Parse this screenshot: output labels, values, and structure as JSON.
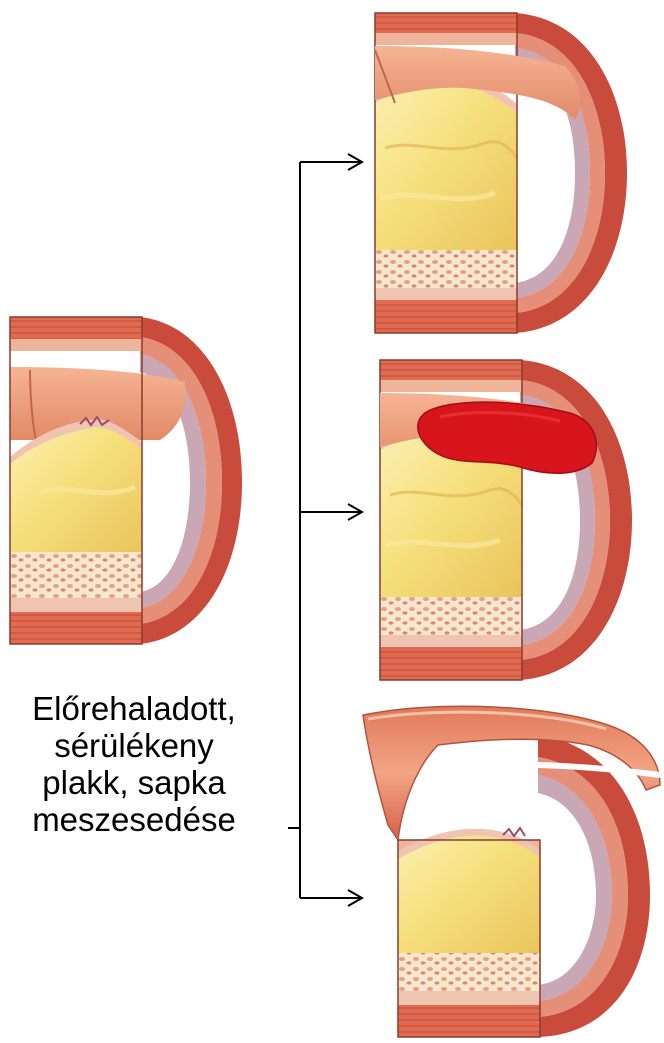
{
  "caption": {
    "lines": [
      "Előrehaladott,",
      "sérülékeny",
      "plakk, sapka",
      "meszesedése"
    ]
  },
  "colors": {
    "wall_outer": "#c94b3c",
    "wall_mid": "#e07a5a",
    "wall_light": "#f3b08f",
    "intima": "#efc4b0",
    "media_purple": "#c9a7b4",
    "lipid_core": "#f6e07c",
    "lipid_light": "#fbf0b4",
    "calcium_band": "#f7e6d0",
    "thrombus": "#d8141c",
    "connector": "#000000"
  },
  "panels": [
    {
      "id": "source",
      "state": "advanced-vulnerable-plaque"
    },
    {
      "id": "outcome-1",
      "state": "stable-plaque"
    },
    {
      "id": "outcome-2",
      "state": "rupture-with-thrombus"
    },
    {
      "id": "outcome-3",
      "state": "fibrous-cap-tear"
    }
  ]
}
